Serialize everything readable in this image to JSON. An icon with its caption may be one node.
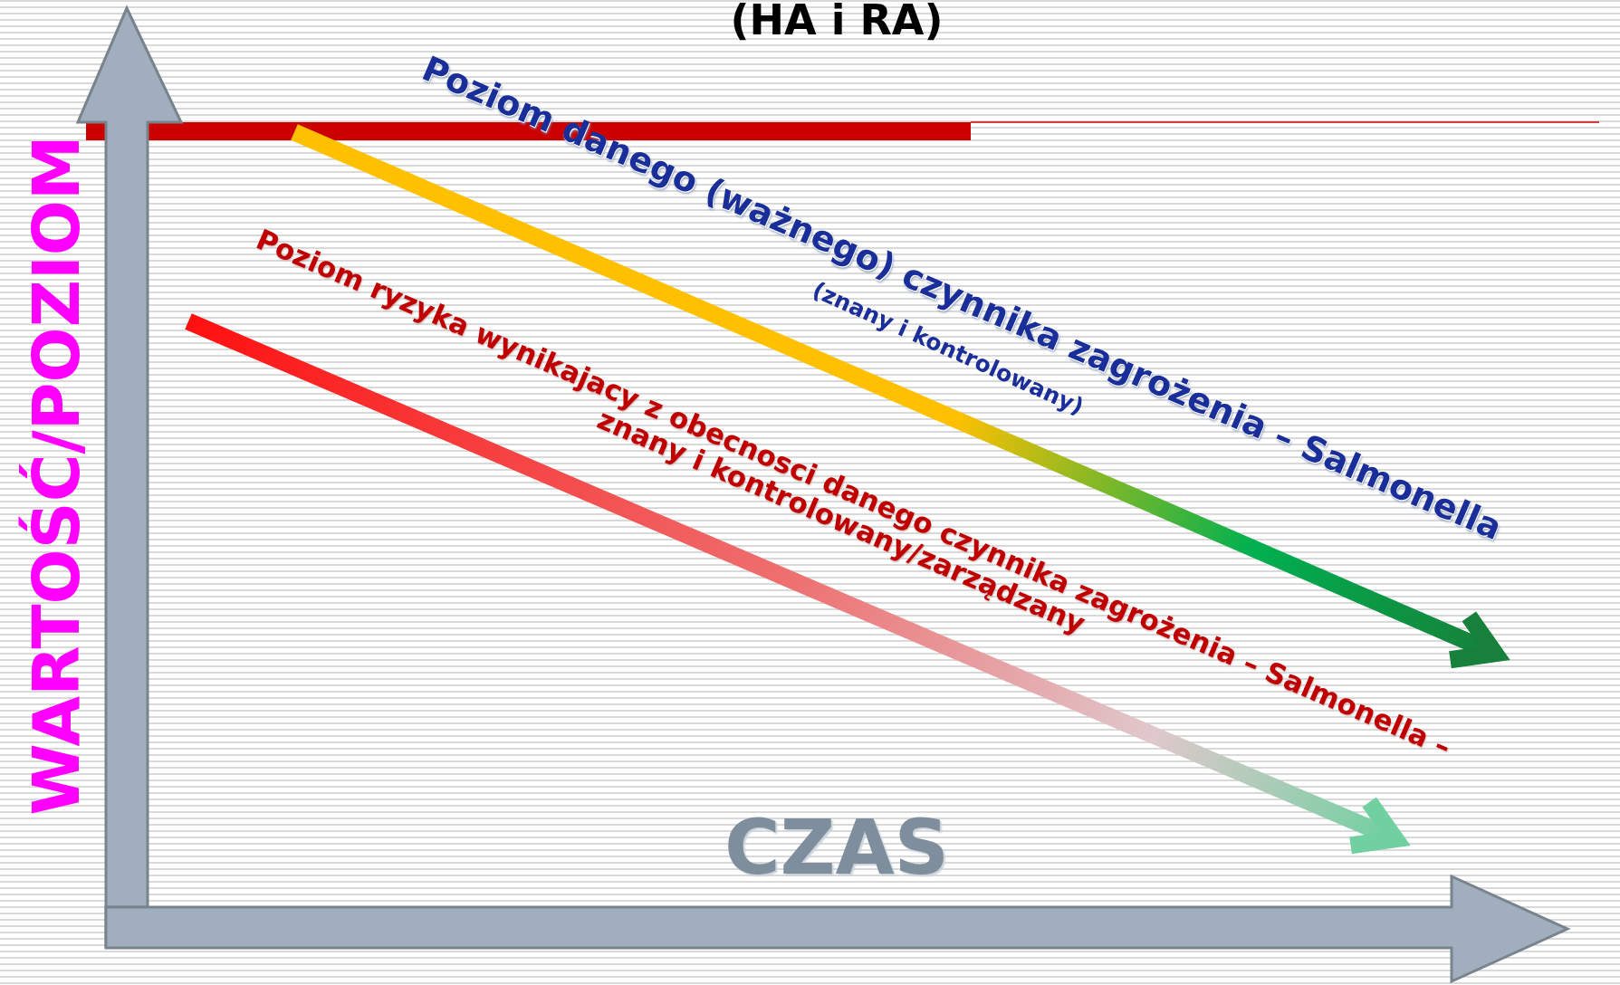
{
  "diagram": {
    "title": "(HA i RA)",
    "labels": [
      "Poziom danego (ważnego) czynnika zagrożenia – Salmonella",
      "(znany i kontrolowany)",
      "Poziom ryzyka wynikajacy z obecnosci danego czynnika zagrożenia – Salmonella – znany i kontrolowany/zarządzany",
      "WARTOŚĆ/POZIOM",
      "CZAS"
    ]
  }
}
